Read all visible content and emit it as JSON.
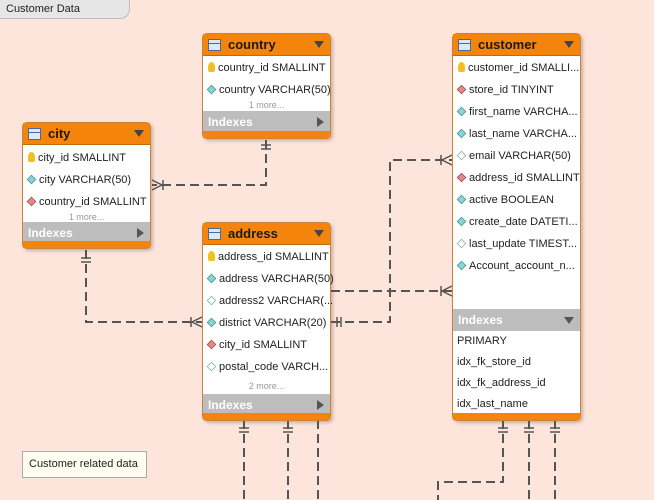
{
  "tab_title": "Customer Data",
  "note": "Customer related data",
  "tables": {
    "country": {
      "title": "country",
      "fields": [
        "country_id SMALLINT",
        "country VARCHAR(50)"
      ],
      "more": "1 more...",
      "indexes_label": "Indexes"
    },
    "city": {
      "title": "city",
      "fields": [
        "city_id SMALLINT",
        "city VARCHAR(50)",
        "country_id SMALLINT"
      ],
      "more": "1 more...",
      "indexes_label": "Indexes"
    },
    "address": {
      "title": "address",
      "fields": [
        "address_id SMALLINT",
        "address VARCHAR(50)",
        "address2 VARCHAR(...",
        "district VARCHAR(20)",
        "city_id SMALLINT",
        "postal_code VARCH..."
      ],
      "more": "2 more...",
      "indexes_label": "Indexes"
    },
    "customer": {
      "title": "customer",
      "fields": [
        "customer_id SMALLI...",
        "store_id TINYINT",
        "first_name VARCHA...",
        "last_name VARCHA...",
        "email VARCHAR(50)",
        "address_id SMALLINT",
        "active BOOLEAN",
        "create_date DATETI...",
        "last_update TIMEST...",
        "Account_account_n..."
      ],
      "indexes_label": "Indexes",
      "indexes": [
        "PRIMARY",
        "idx_fk_store_id",
        "idx_fk_address_id",
        "idx_last_name"
      ]
    }
  },
  "colors": {
    "header": "#f5840c",
    "background": "#fde5dc",
    "indexes_bar": "#bdbdbd"
  }
}
